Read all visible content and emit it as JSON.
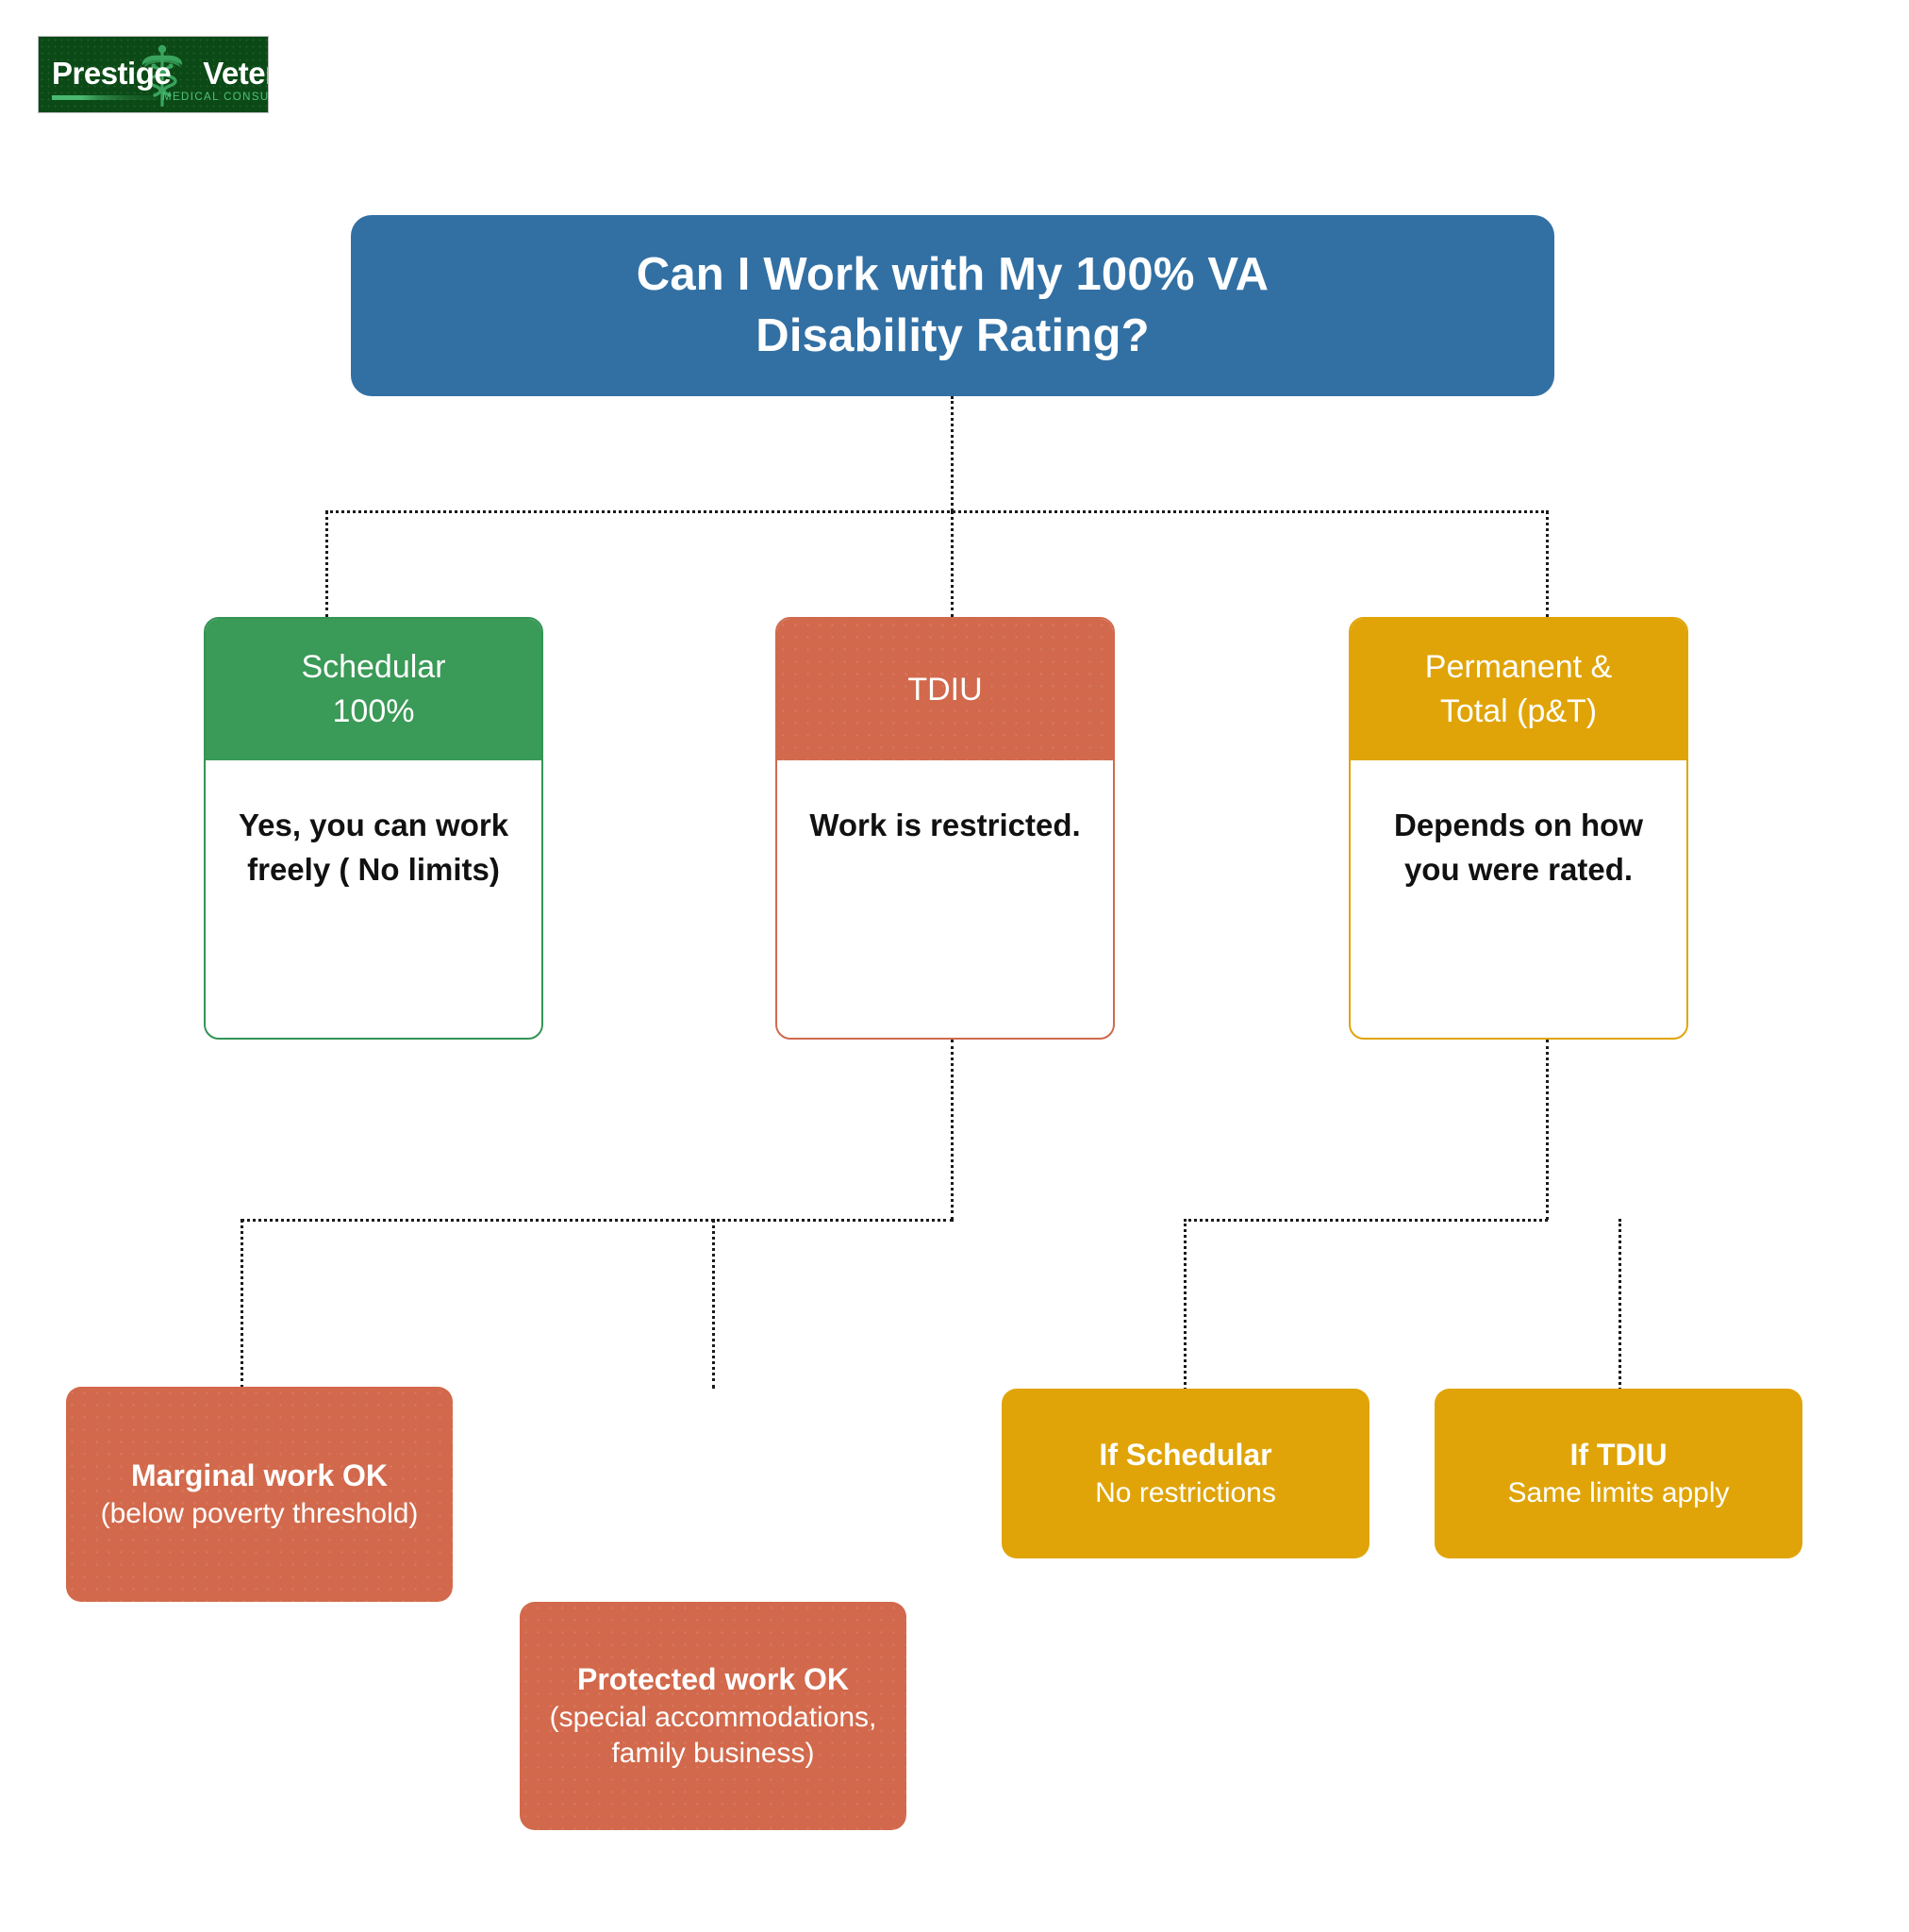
{
  "logo": {
    "brand_primary": "Prestige",
    "brand_secondary": "Veteran",
    "tagline": "MEDICAL CONSULTING",
    "icon": "caduceus-icon",
    "background_color": "#0b4a16",
    "accent_color": "#49b96f"
  },
  "diagram": {
    "type": "flowchart",
    "title_node": {
      "label": "Can I Work with My 100% VA Disability Rating?",
      "line1": "Can I Work with My 100% VA",
      "line2": "Disability Rating?",
      "color": "#3270a4"
    },
    "branches": [
      {
        "id": "schedular",
        "header": "Schedular\n100%",
        "header_line1": "Schedular",
        "header_line2": "100%",
        "body": "Yes, you can work freely ( No limits)",
        "color": "#3a9a57",
        "children": []
      },
      {
        "id": "tdiu",
        "header": "TDIU",
        "body": "Work is restricted.",
        "color": "#d2694c",
        "children": [
          {
            "id": "marginal-work",
            "title": "Marginal work OK",
            "subtitle": "(below poverty threshold)",
            "color": "#d2694c"
          },
          {
            "id": "protected-work",
            "title": "Protected work OK",
            "subtitle": "(special accommodations, family business)",
            "color": "#d2694c"
          }
        ]
      },
      {
        "id": "permanent-total",
        "header": "Permanent & Total (p&T)",
        "header_line1": "Permanent &",
        "header_line2": "Total (p&T)",
        "body": "Depends on how you were rated.",
        "color": "#e0a408",
        "children": [
          {
            "id": "if-schedular",
            "title": "If Schedular",
            "subtitle": "No restrictions",
            "color": "#e0a408"
          },
          {
            "id": "if-tdiu",
            "title": "If TDIU",
            "subtitle": "Same limits apply",
            "color": "#e0a408"
          }
        ]
      }
    ],
    "connector_style": "dotted",
    "connector_color": "#1b1b1b"
  }
}
